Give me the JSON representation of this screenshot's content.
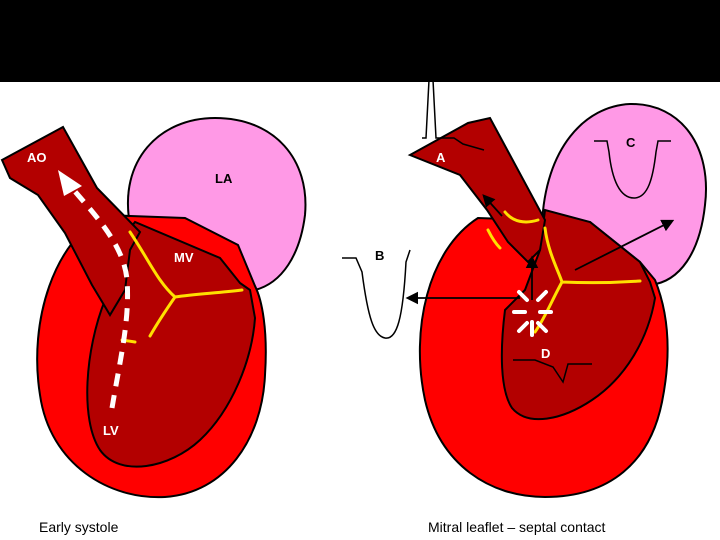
{
  "colors": {
    "background": "#ffffff",
    "topbar": "#000000",
    "ventricle_wall": "#ff0000",
    "chamber": "#b30000",
    "left_atrium": "#ff99e6",
    "leaflets": "#ffe000",
    "outline": "#000000"
  },
  "left_panel": {
    "labels": {
      "aorta": "AO",
      "left_atrium": "LA",
      "mitral_valve": "MV",
      "left_ventricle": "LV"
    },
    "caption": "Early systole"
  },
  "right_panel": {
    "labels": {
      "a": "A",
      "b": "B",
      "c": "C",
      "d": "D"
    },
    "caption": "Mitral leaflet – septal contact"
  }
}
